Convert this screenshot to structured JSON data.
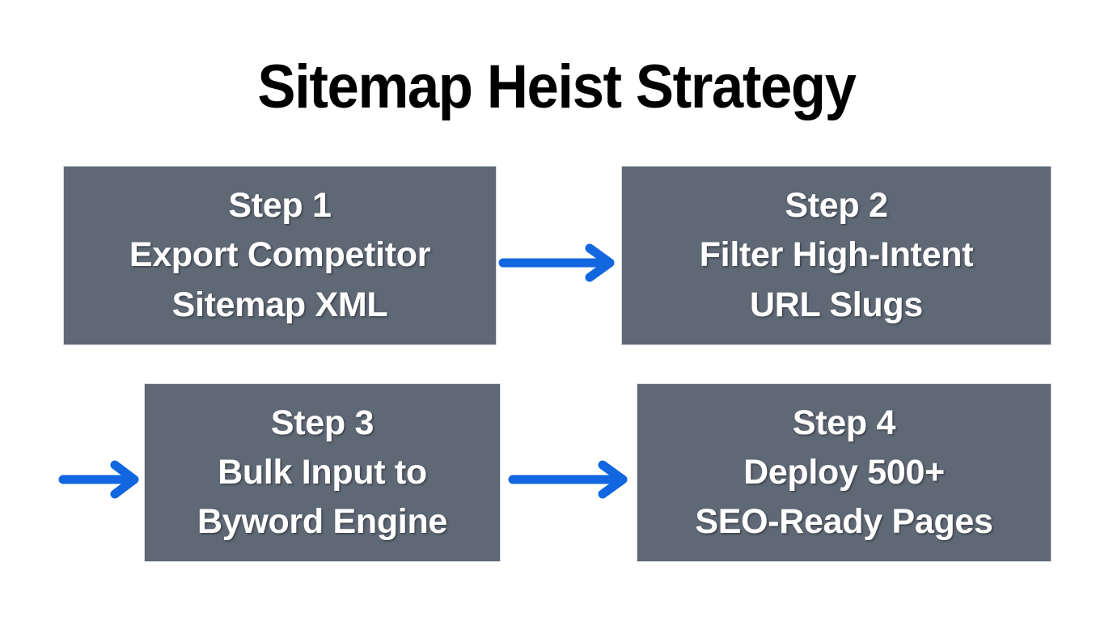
{
  "diagram": {
    "title": "Sitemap Heist Strategy",
    "background_color": "#ffffff",
    "box_fill_color": "#5f6875",
    "box_text_color": "#ffffff",
    "arrow_color": "#1266e0",
    "steps": [
      {
        "id": "step-1",
        "heading": "Step 1",
        "line2": "Export Competitor",
        "line3": "Sitemap XML"
      },
      {
        "id": "step-2",
        "heading": "Step 2",
        "line2": "Filter High-Intent",
        "line3": "URL Slugs"
      },
      {
        "id": "step-3",
        "heading": "Step 3",
        "line2": "Bulk Input to",
        "line3": "Byword Engine"
      },
      {
        "id": "step-4",
        "heading": "Step 4",
        "line2": "Deploy 500+",
        "line3": "SEO-Ready Pages"
      }
    ],
    "arrows": [
      {
        "id": "arrow-step1-to-step2",
        "icon": "arrow-right-icon",
        "from": "step-1",
        "to": "step-2"
      },
      {
        "id": "arrow-into-step3",
        "icon": "arrow-right-icon",
        "from": "step-2",
        "to": "step-3"
      },
      {
        "id": "arrow-step3-to-step4",
        "icon": "arrow-right-icon",
        "from": "step-3",
        "to": "step-4"
      }
    ]
  }
}
